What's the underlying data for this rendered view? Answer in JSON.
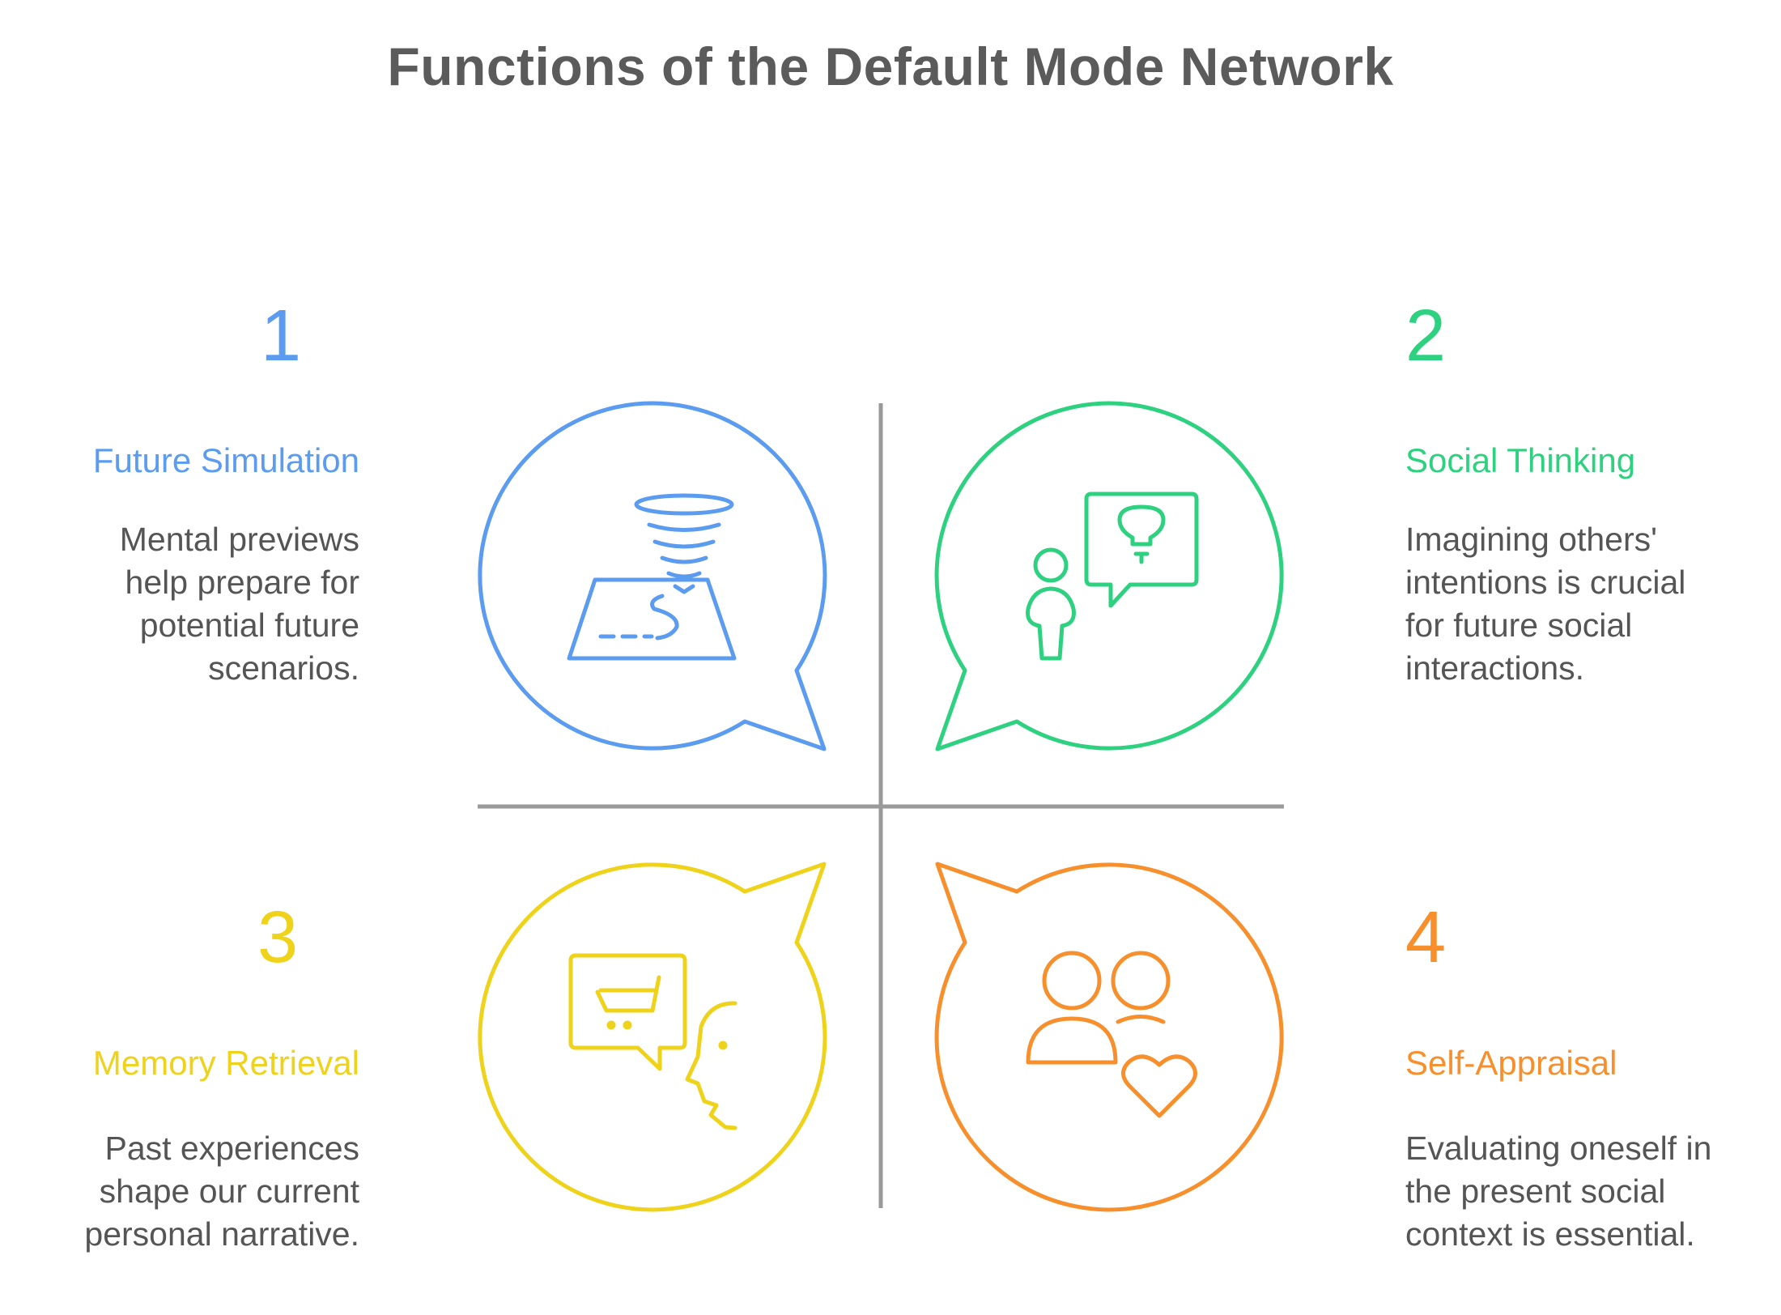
{
  "title": "Functions of the Default Mode Network",
  "colors": {
    "blue": "#5b9cf0",
    "green": "#2ed180",
    "yellow": "#efd21a",
    "orange": "#f78f2c",
    "divider": "#9a9a9a",
    "text": "#555555"
  },
  "items": [
    {
      "number": "1",
      "label": "Future Simulation",
      "description": "Mental previews\nhelp prepare for\npotential future\nscenarios.",
      "icon": "tornado-map-icon",
      "color": "#5b9cf0"
    },
    {
      "number": "2",
      "label": "Social Thinking",
      "description": "Imagining others'\nintentions is crucial\nfor future social\ninteractions.",
      "icon": "person-idea-bubble-icon",
      "color": "#2ed180"
    },
    {
      "number": "3",
      "label": "Memory Retrieval",
      "description": "Past experiences\nshape our current\npersonal narrative.",
      "icon": "shopping-memory-icon",
      "color": "#efd21a"
    },
    {
      "number": "4",
      "label": "Self-Appraisal",
      "description": "Evaluating oneself in\nthe present social\ncontext is essential.",
      "icon": "people-heart-icon",
      "color": "#f78f2c"
    }
  ]
}
